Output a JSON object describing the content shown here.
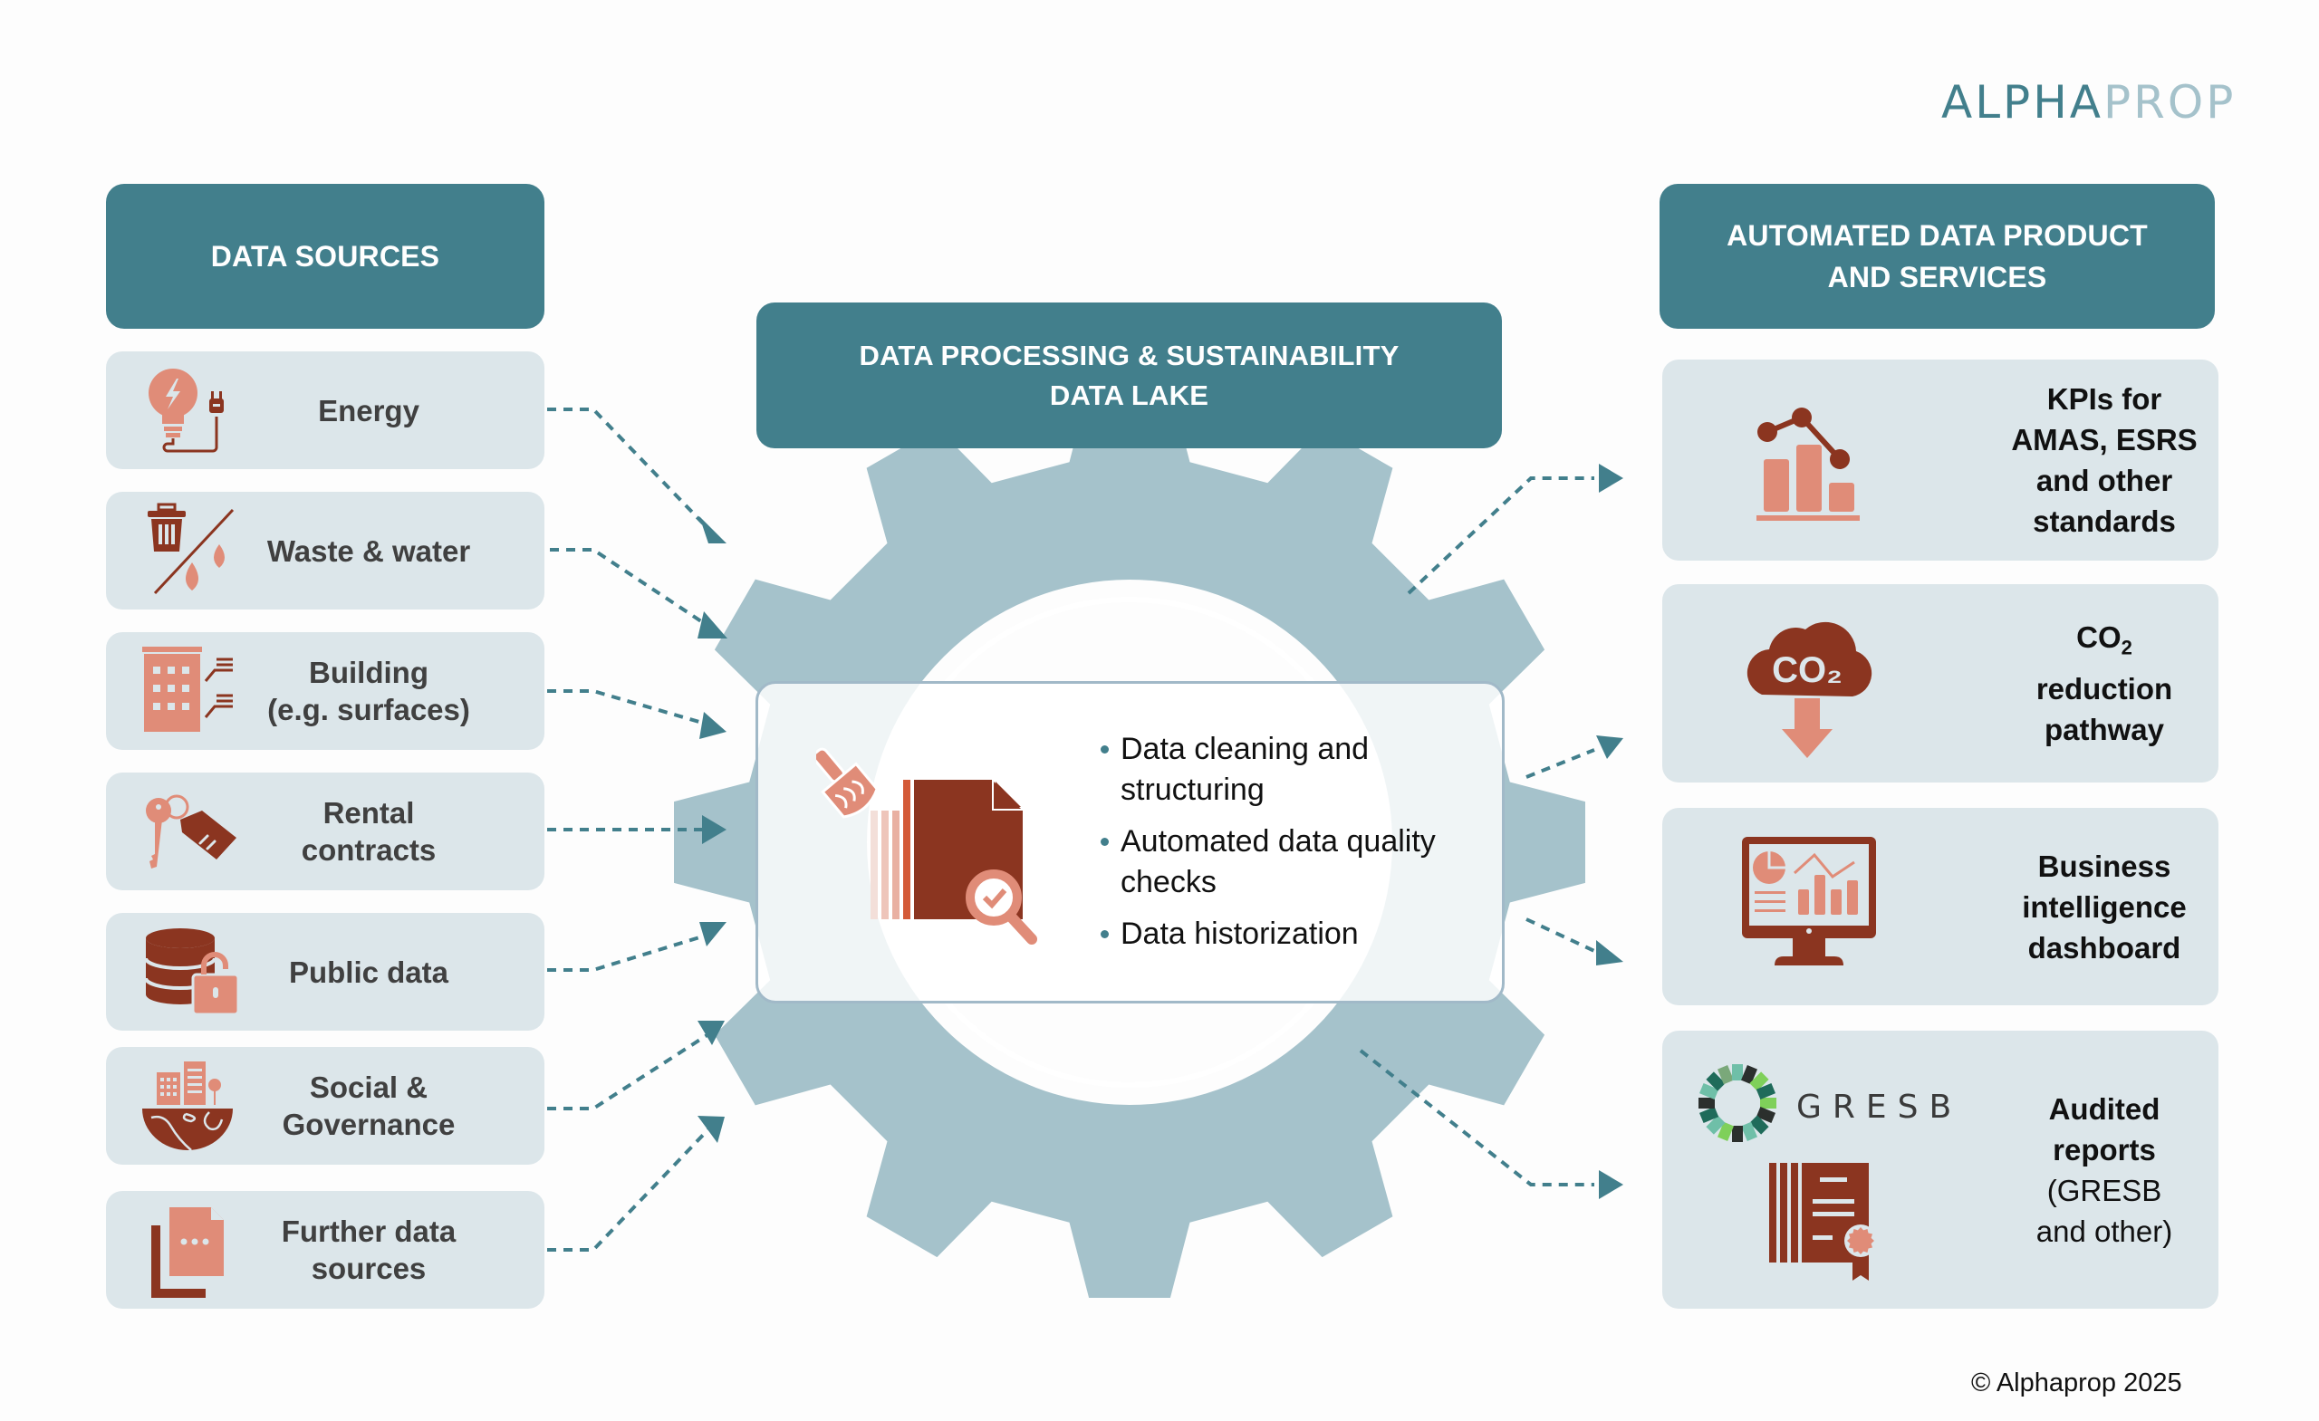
{
  "brand": {
    "logo_part1": "ALPHA",
    "logo_part2": "PROP",
    "copyright": "© Alphaprop 2025"
  },
  "colors": {
    "header_teal": "#427f8c",
    "card_bg": "#dce6ea",
    "gear": "#a5c2cb",
    "icon_dark": "#8b3520",
    "icon_light": "#e08c78",
    "arrow": "#427f8c"
  },
  "data_sources": {
    "title": "DATA SOURCES",
    "items": [
      {
        "label": "Energy",
        "icon": "lightbulb-plug-icon"
      },
      {
        "label": "Waste & water",
        "icon": "trash-water-icon"
      },
      {
        "label_line1": "Building",
        "label_line2": "(e.g. surfaces)",
        "icon": "building-icon"
      },
      {
        "label_line1": "Rental",
        "label_line2": "contracts",
        "icon": "key-tag-icon"
      },
      {
        "label": "Public data",
        "icon": "database-unlock-icon"
      },
      {
        "label_line1": "Social &",
        "label_line2": "Governance",
        "icon": "city-globe-icon"
      },
      {
        "label_line1": "Further data",
        "label_line2": "sources",
        "icon": "documents-icon"
      }
    ]
  },
  "processing": {
    "title_line1": "DATA PROCESSING & SUSTAINABILITY",
    "title_line2": "DATA LAKE",
    "bullets": [
      {
        "line1": "Data cleaning and",
        "line2": "structuring"
      },
      {
        "line1": "Automated data quality",
        "line2": "checks"
      },
      {
        "line1": "Data historization",
        "line2": ""
      }
    ],
    "icon": "clean-document-check-icon"
  },
  "products": {
    "title_line1": "AUTOMATED DATA PRODUCT",
    "title_line2": "AND SERVICES",
    "items": [
      {
        "lines": [
          "KPIs for",
          "AMAS, ESRS",
          "and other",
          "standards"
        ],
        "icon": "kpi-chart-icon"
      },
      {
        "co2_prefix": "CO",
        "co2_sub": "2",
        "lines": [
          "reduction",
          "pathway"
        ],
        "icon": "co2-cloud-icon",
        "icon_text": "CO₂"
      },
      {
        "lines": [
          "Business",
          "intelligence",
          "dashboard"
        ],
        "icon": "monitor-dashboard-icon"
      },
      {
        "lines_bold": [
          "Audited",
          "reports"
        ],
        "lines_normal": [
          "(GRESB",
          "and other)"
        ],
        "icon": "certificate-icon",
        "gresb_logo_text": "GRESB"
      }
    ]
  }
}
